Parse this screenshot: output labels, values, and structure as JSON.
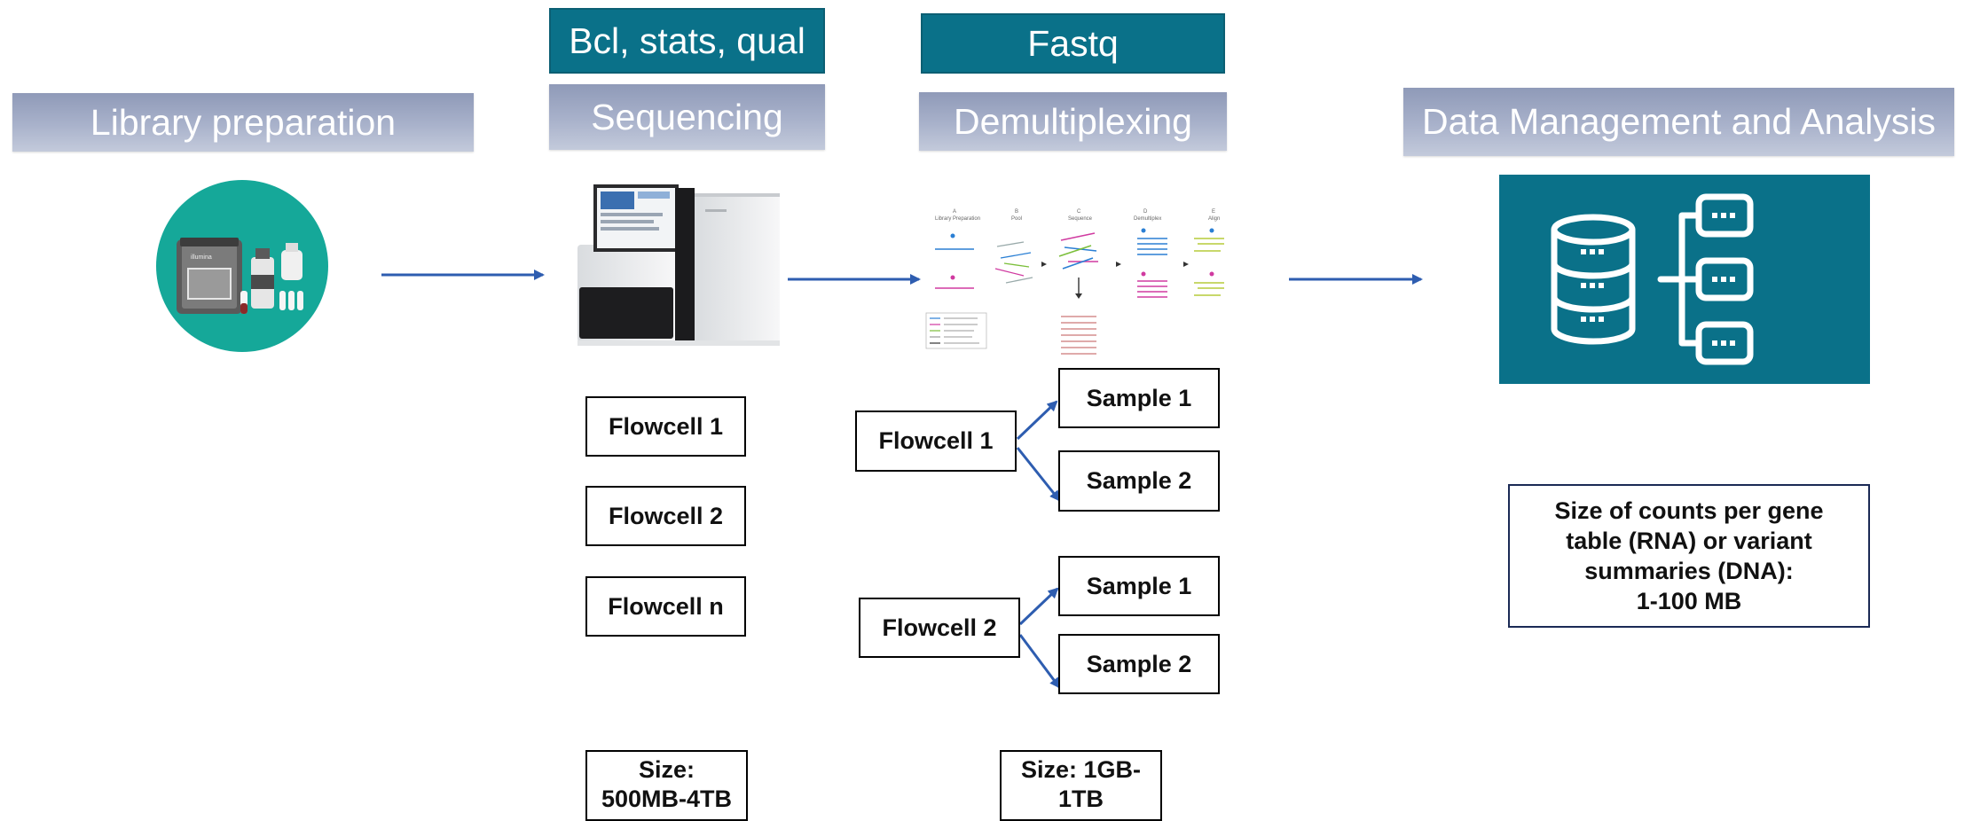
{
  "colors": {
    "arrow": "#2e5db0",
    "teal": "#0a7189",
    "header": "#a9b2cb",
    "library_circle": "#15a899"
  },
  "stages": {
    "library": "Library preparation",
    "sequencing": "Sequencing",
    "demux": "Demultiplexing",
    "data": "Data Management and Analysis"
  },
  "outputs": {
    "sequencing": "Bcl, stats, qual",
    "demux": "Fastq"
  },
  "sequencing_flowcells": [
    "Flowcell 1",
    "Flowcell 2",
    "Flowcell n"
  ],
  "demux_groups": [
    {
      "flowcell": "Flowcell 1",
      "samples": [
        "Sample 1",
        "Sample 2"
      ]
    },
    {
      "flowcell": "Flowcell 2",
      "samples": [
        "Sample 1",
        "Sample 2"
      ]
    }
  ],
  "sizes": {
    "sequencing": [
      "Size:",
      "500MB-4TB"
    ],
    "demux": [
      "Size: 1GB-",
      "1TB"
    ],
    "analysis": [
      "Size of counts per gene",
      "table (RNA) or variant",
      "summaries (DNA):",
      "1-100 MB"
    ]
  },
  "icons": {
    "library": "library-kit-icon",
    "sequencer": "sequencer-machine-icon",
    "demux": "demultiplexing-workflow-icon",
    "database": "database-hierarchy-icon"
  }
}
